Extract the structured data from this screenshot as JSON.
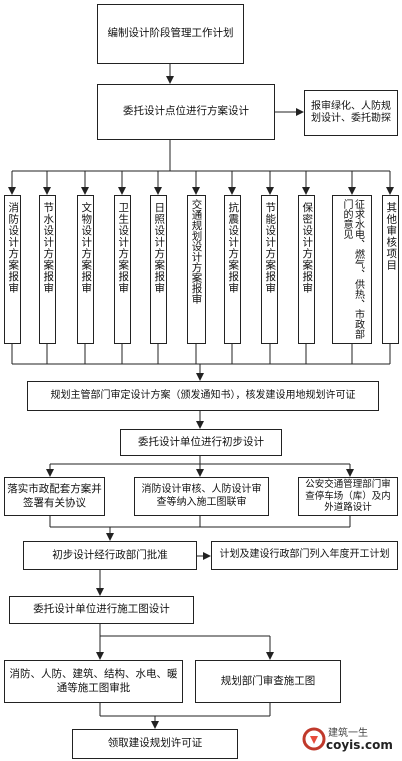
{
  "nodes": {
    "compile_plan": "编制设计阶段管理工作计划",
    "commission_scheme": "委托设计点位进行方案设计",
    "report_greening": "报审绿化、人防规划设计、委托勘探",
    "reviews": [
      "消防设计方案报审",
      "节水设计方案报审",
      "文物设计方案报审",
      "卫生设计方案报审",
      "日照设计方案报审",
      "交通规划设计方案报审",
      "抗震设计方案报审",
      "节能设计方案报审",
      "保密设计方案报审",
      "征求水电、燃气、供热、市政部门的意见",
      "其他审核项目"
    ],
    "planning_approval": "规划主管部门审定设计方案（颁发通知书），核发建设用地规划许可证",
    "commission_preliminary": "委托设计单位进行初步设计",
    "municipal_fee": "落实市政配套方案并签署有关协议",
    "fire_civil_review": "消防设计审核、人防设计审查等纳入施工图联审",
    "traffic_review": "公安交通管理部门审查停车场（库）及内外道路设计",
    "preliminary_approval": "初步设计经行政部门批准",
    "annual_plan": "计划及建设行政部门列入年度开工计划",
    "commission_construction": "委托设计单位进行施工图设计",
    "construction_review": "消防、人防、建筑、结构、水电、暖通等施工图审批",
    "planning_review": "规划部门审查施工图",
    "obtain_permit": "领取建设规划许可证"
  },
  "watermark": {
    "title": "建筑一生",
    "url": "coyis.com"
  }
}
